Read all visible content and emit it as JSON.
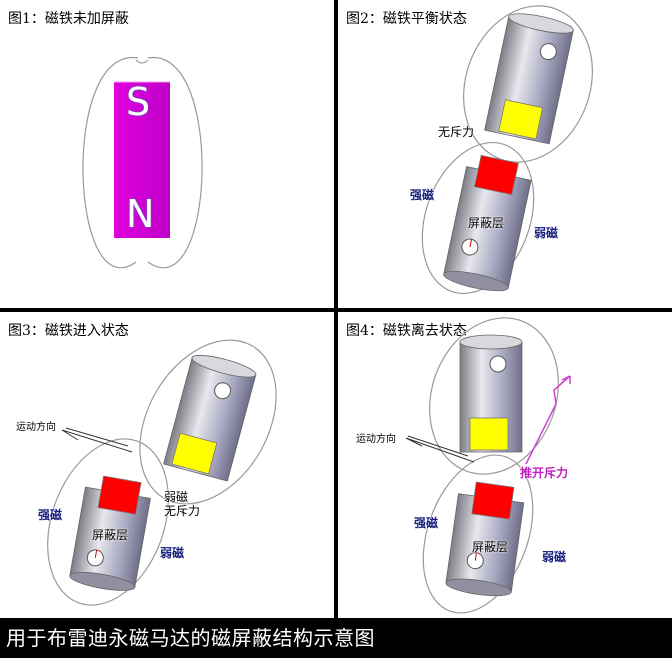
{
  "caption": "用于布雷迪永磁马达的磁屏蔽结构示意图",
  "panels": {
    "p1": {
      "title": "图1：磁铁未加屏蔽",
      "pole_s": "S",
      "pole_n": "N"
    },
    "p2": {
      "title": "图2：磁铁平衡状态",
      "no_repulsion": "无斥力",
      "strong_mag": "强磁",
      "shield_layer": "屏蔽层",
      "weak_mag": "弱磁"
    },
    "p3": {
      "title": "图3：磁铁进入状态",
      "motion_dir": "运动方向",
      "strong_mag": "强磁",
      "shield_layer": "屏蔽层",
      "weak_mag_top": "弱磁",
      "no_repulsion": "无斥力",
      "weak_mag_bottom": "弱磁"
    },
    "p4": {
      "title": "图4：磁铁离去状态",
      "motion_dir": "运动方向",
      "push_repulsion": "推开斥力",
      "strong_mag": "强磁",
      "shield_layer": "屏蔽层",
      "weak_mag": "弱磁"
    }
  },
  "colors": {
    "magnet_magenta": "#e01ee0",
    "shield_yellow": "#ffff00",
    "shield_red": "#ff0000",
    "cylinder_gray": "#a8a8b8",
    "label_blue": "#1a237e",
    "arrow_magenta": "#d040d0"
  }
}
